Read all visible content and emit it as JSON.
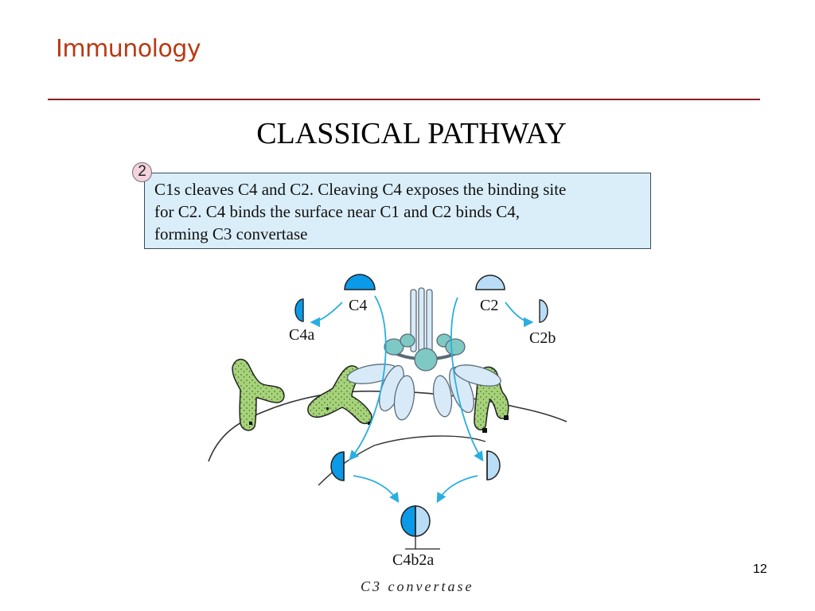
{
  "header": {
    "title": "Immunology"
  },
  "slide": {
    "title": "CLASSICAL PATHWAY",
    "page_number": "12"
  },
  "step": {
    "number": "2",
    "lines": [
      "C1s cleaves C4 and C2.  Cleaving C4 exposes the binding site",
      "for C2.  C4 binds the surface near C1 and C2 binds C4,",
      "forming C3 convertase"
    ]
  },
  "diagram": {
    "labels": {
      "c4": "C4",
      "c4a": "C4a",
      "c2": "C2",
      "c2b": "C2b",
      "c4b2a": "C4b2a",
      "caption": "C3 convertase"
    },
    "colors": {
      "c4": "#0a9ae8",
      "c2": "#b9ddf6",
      "antibody": "#a6d37a",
      "c1": "#7fc9c4",
      "c1_stalks": "#d8eaf8",
      "arrow": "#2aaee0"
    }
  }
}
